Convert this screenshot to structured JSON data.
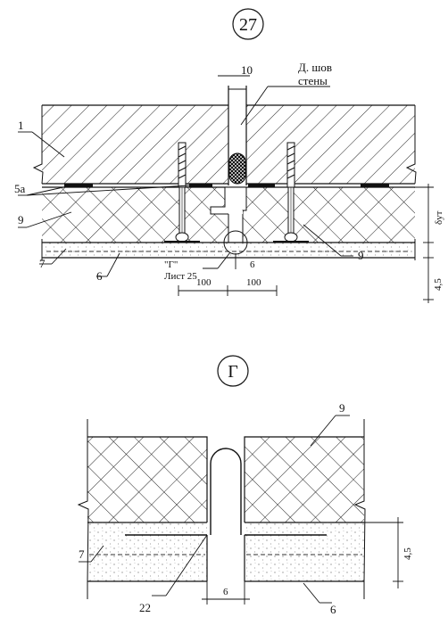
{
  "top_view": {
    "badge": "27",
    "callouts": {
      "c1": "1",
      "c5a": "5а",
      "c9_left": "9",
      "c7": "7",
      "c6": "6",
      "c9_right": "9",
      "c10": "10"
    },
    "wall_joint_line1": "Д. шов",
    "wall_joint_line2": "стены",
    "ref_mark": "\"Г\"",
    "ref_sheet": "Лист 25",
    "dim_gap": "6",
    "dim_left": "100",
    "dim_right": "100",
    "dim_thickness": "δут",
    "dim_layer": "4,5"
  },
  "detail_view": {
    "badge": "Г",
    "callouts": {
      "c9": "9",
      "c7": "7",
      "c22": "22",
      "c6": "6"
    },
    "dim_gap": "6",
    "dim_layer": "4,5"
  }
}
